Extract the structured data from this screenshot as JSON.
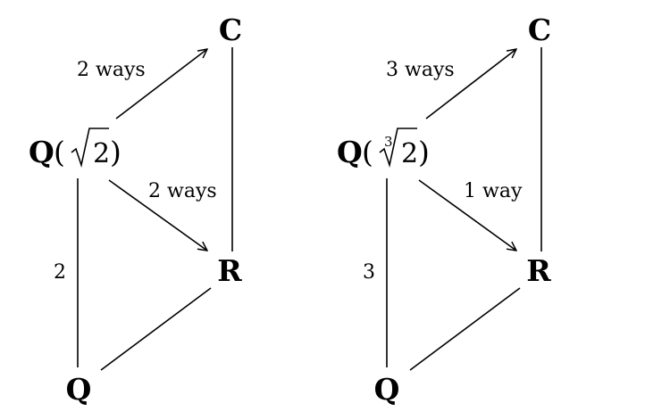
{
  "left": {
    "top": "C",
    "right": "R",
    "bottom": "Q",
    "field": {
      "bold": "Q",
      "root_index": "",
      "radicand": "2"
    },
    "edge_field_to_C": "2 ways",
    "edge_field_to_R": "2 ways",
    "edge_field_to_Q": "2"
  },
  "right": {
    "top": "C",
    "right": "R",
    "bottom": "Q",
    "field": {
      "bold": "Q",
      "root_index": "3",
      "radicand": "2"
    },
    "edge_field_to_C": "3 ways",
    "edge_field_to_R": "1 way",
    "edge_field_to_Q": "3"
  }
}
